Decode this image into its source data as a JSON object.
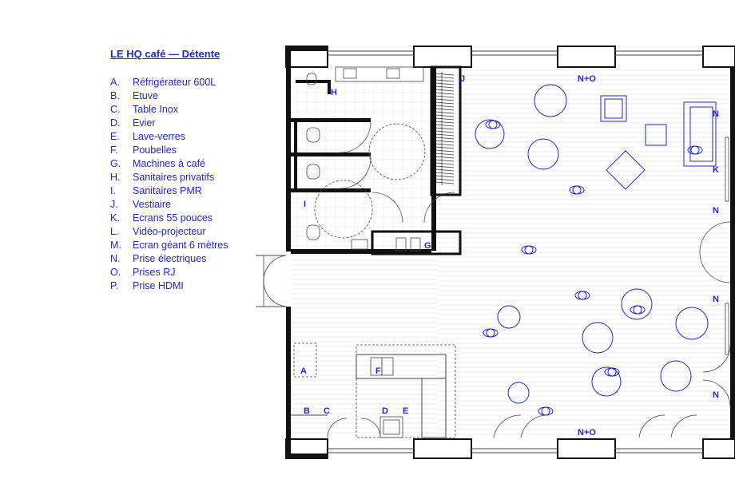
{
  "legend": {
    "title": "LE HQ café — Détente",
    "items": [
      {
        "key": "A.",
        "label": "Réfrigérateur 600L"
      },
      {
        "key": "B.",
        "label": "Etuve"
      },
      {
        "key": "C.",
        "label": "Table Inox"
      },
      {
        "key": "D.",
        "label": "Evier"
      },
      {
        "key": "E.",
        "label": "Lave-verres"
      },
      {
        "key": "F.",
        "label": "Poubelles"
      },
      {
        "key": "G.",
        "label": "Machines à café"
      },
      {
        "key": "H.",
        "label": "Sanitaires privatifs"
      },
      {
        "key": "I.",
        "label": "Sanitaires PMR"
      },
      {
        "key": "J.",
        "label": "Vestiaire"
      },
      {
        "key": "K.",
        "label": "Ecrans 55 pouces"
      },
      {
        "key": "L.",
        "label": "Vidéo-projecteur"
      },
      {
        "key": "M.",
        "label": "Ecran géant 6 mètres"
      },
      {
        "key": "N.",
        "label": "Prise électriques"
      },
      {
        "key": "O.",
        "label": "Prises RJ"
      },
      {
        "key": "P.",
        "label": "Prise HDMI"
      }
    ]
  },
  "plan_tags": {
    "h": "H",
    "i": "I",
    "j": "J",
    "g": "G",
    "a": "A",
    "f": "F",
    "b": "B",
    "c": "C",
    "d": "D",
    "e": "E",
    "no_top": "N+O",
    "no_bottom": "N+O",
    "n1": "N",
    "n2": "N",
    "n3": "N",
    "n4": "N",
    "k": "K"
  },
  "colors": {
    "accent": "#2323d6",
    "wall": "#111111",
    "line": "#444444"
  }
}
